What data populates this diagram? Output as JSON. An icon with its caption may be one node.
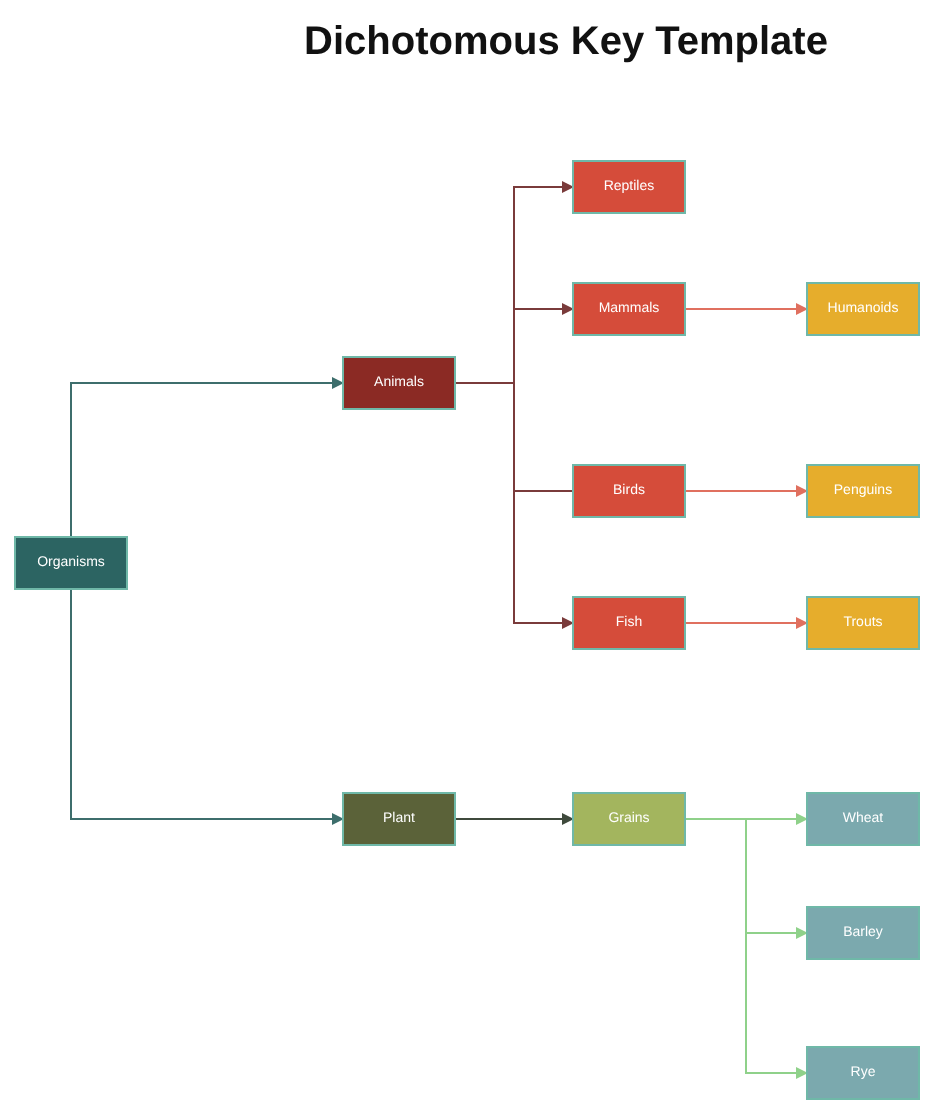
{
  "diagram": {
    "title": "Dichotomous Key Template",
    "nodes": [
      {
        "text": [
          "Organisms"
        ]
      },
      {
        "text": [
          "Animals"
        ]
      },
      {
        "text": [
          "Plant"
        ]
      },
      {
        "text": [
          "Reptiles"
        ]
      },
      {
        "text": [
          "Mammals"
        ]
      },
      {
        "text": [
          "Birds"
        ]
      },
      {
        "text": [
          "Fish"
        ]
      },
      {
        "text": [
          "Humanoids"
        ]
      },
      {
        "text": [
          "Penguins"
        ]
      },
      {
        "text": [
          "Trouts"
        ]
      },
      {
        "text": [
          "Grains"
        ]
      },
      {
        "text": [
          "Wheat"
        ]
      },
      {
        "text": [
          "Barley"
        ]
      },
      {
        "text": [
          "Rye"
        ]
      }
    ],
    "edges": [
      {
        "from": 0,
        "to": 1,
        "arrow": "to",
        "color": "#3d6e6c"
      },
      {
        "from": 0,
        "to": 2,
        "arrow": "to",
        "color": "#3d6e6c"
      },
      {
        "from": 1,
        "to": 3,
        "arrow": "to"
      },
      {
        "from": 1,
        "to": 4,
        "arrow": "to"
      },
      {
        "from": 1,
        "to": 5,
        "arrow": "none"
      },
      {
        "from": 1,
        "to": 6,
        "arrow": "to"
      },
      {
        "from": 4,
        "to": 7,
        "arrow": "to",
        "color": "#e0705f"
      },
      {
        "from": 5,
        "to": 8,
        "arrow": "to",
        "color": "#e0705f"
      },
      {
        "from": 6,
        "to": 9,
        "arrow": "to",
        "color": "#e0705f"
      },
      {
        "from": 2,
        "to": 10,
        "arrow": "to",
        "color": "#3f4a3c"
      },
      {
        "from": 10,
        "to": 11,
        "arrow": "to",
        "color": "#8fd18a"
      },
      {
        "from": 10,
        "to": 12,
        "arrow": "to",
        "color": "#8fd18a"
      },
      {
        "from": 10,
        "to": 13,
        "arrow": "to",
        "color": "#8fd18a"
      }
    ]
  }
}
